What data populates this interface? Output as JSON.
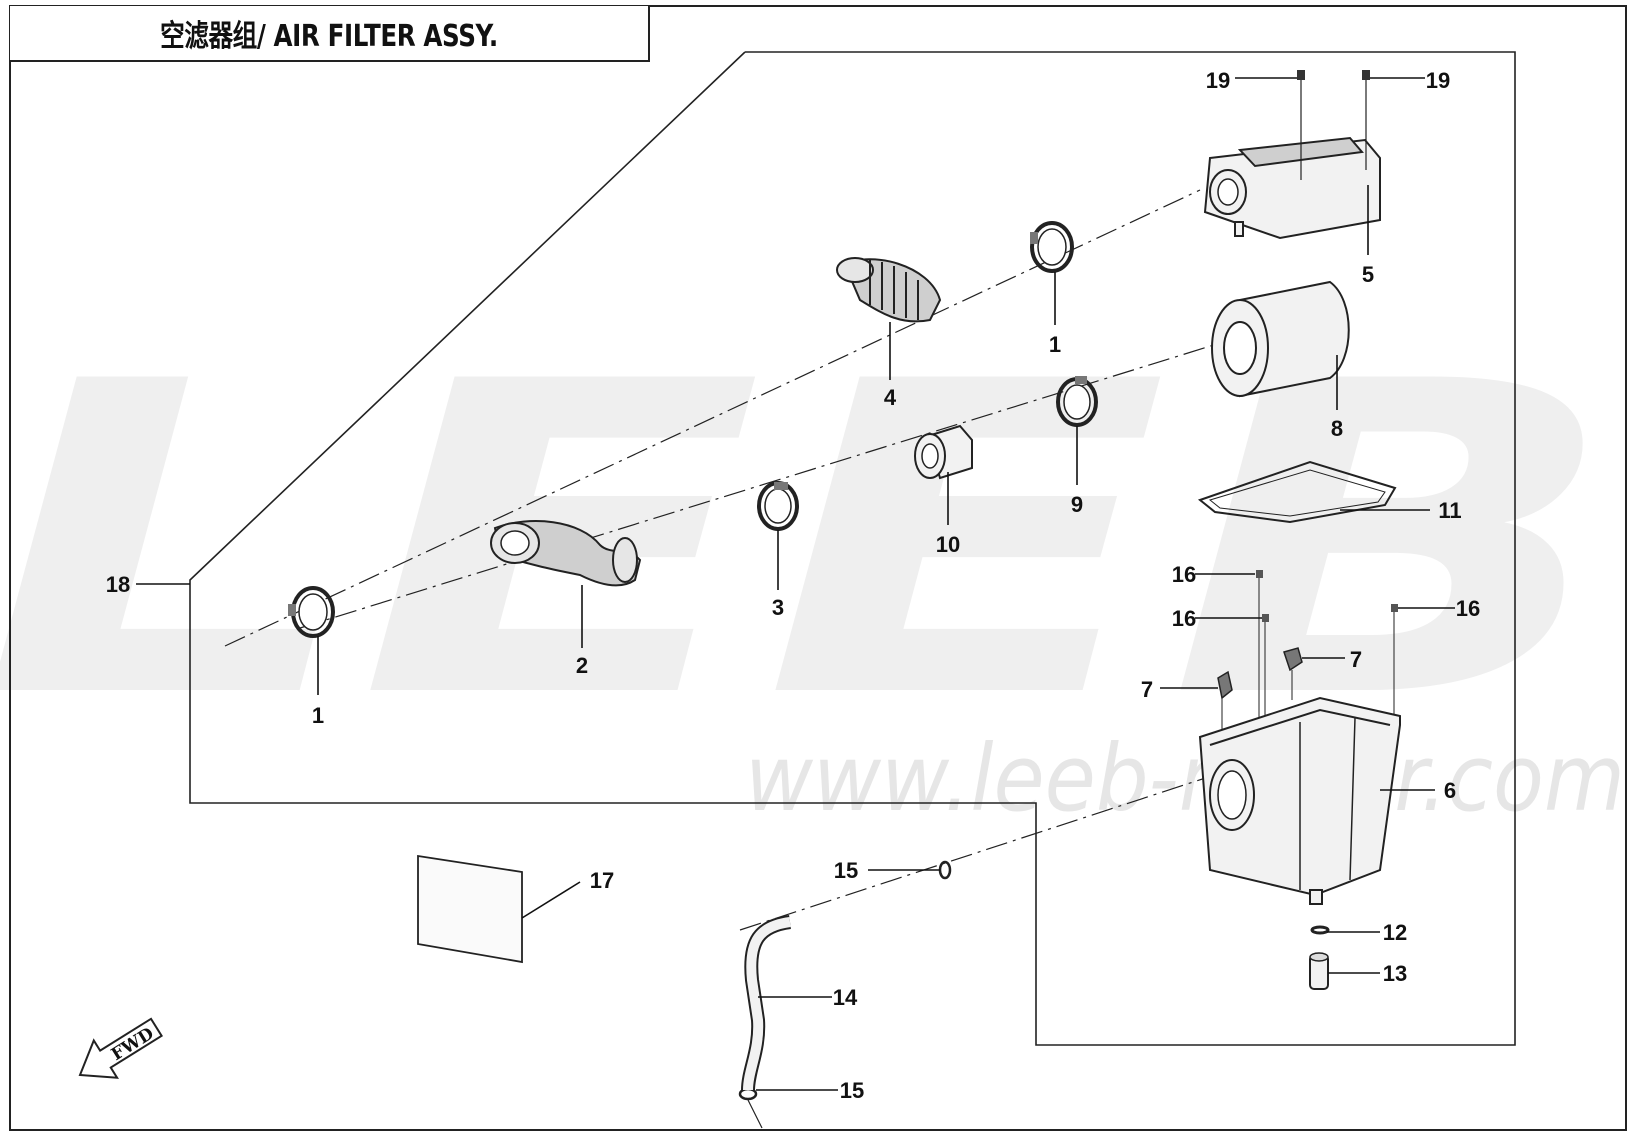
{
  "title": "空滤器组/ AIR FILTER ASSY.",
  "watermark": {
    "brand": "LEEB",
    "url": "www.leeb-motor.com"
  },
  "fwd_arrow_label": "FWD",
  "callouts": {
    "c19a": "19",
    "c19b": "19",
    "c5": "5",
    "c1top": "1",
    "c4": "4",
    "c8": "8",
    "c9": "9",
    "c10": "10",
    "c11": "11",
    "c3": "3",
    "c2": "2",
    "c1bottom": "1",
    "c18": "18",
    "c16a": "16",
    "c16b": "16",
    "c16c": "16",
    "c7a": "7",
    "c7b": "7",
    "c6": "6",
    "c15a": "15",
    "c15b": "15",
    "c17": "17",
    "c14": "14",
    "c12": "12",
    "c13": "13"
  },
  "colors": {
    "line": "#222222",
    "watermark": "#ececec",
    "background": "#ffffff"
  }
}
